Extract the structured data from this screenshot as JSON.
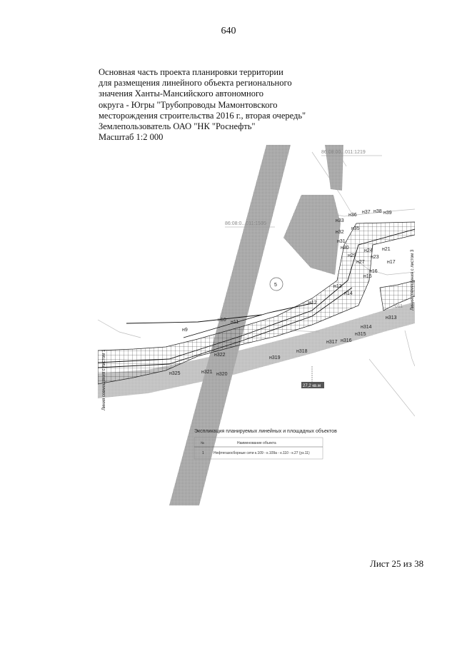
{
  "page_number": "640",
  "title_lines": [
    "Основная часть проекта планировки территории",
    "для размещения линейного объекта регионального",
    "значения Ханты-Мансийского автономного",
    "округа - Югры \"Трубопроводы Мамонтовского",
    "месторождения строительства 2016 г., вторая очередь\"",
    "Землепользователь ОАО \"НК \"Роснефть\"",
    "Масштаб 1:2 000"
  ],
  "sheet_label": "Лист 25 из 38",
  "map": {
    "cadastral_labels": [
      "86:08:00...011:1219",
      "86:08:0...011:1595",
      "...011"
    ],
    "match_line_left": "Линия совмещения с листом 1",
    "match_line_right": "Линия совмещения с листом 3",
    "circle_marker": "5",
    "point_labels": [
      "н36",
      "н37",
      "н38",
      "н39",
      "н33",
      "н35",
      "н32",
      "н31",
      "н30",
      "н24",
      "н21",
      "н29",
      "н23",
      "н27",
      "н17",
      "н16",
      "н15",
      "н13",
      "н14",
      "н12",
      "н10",
      "н11",
      "н9",
      "н313",
      "н314",
      "н315",
      "н317",
      "н316",
      "н318",
      "н319",
      "н322",
      "н321",
      "н320",
      "н325"
    ],
    "area_badge": "27,2 кв.м",
    "legend_table": {
      "title": "Экспликация планируемых линейных и площадных объектов",
      "col_number": "№",
      "col_name": "Наименование объекта",
      "rows": [
        {
          "number": "1",
          "name": "Нефтегазосборные сети к.109 - к.109а - к.110 - к.27 (уз.11)"
        }
      ]
    }
  }
}
